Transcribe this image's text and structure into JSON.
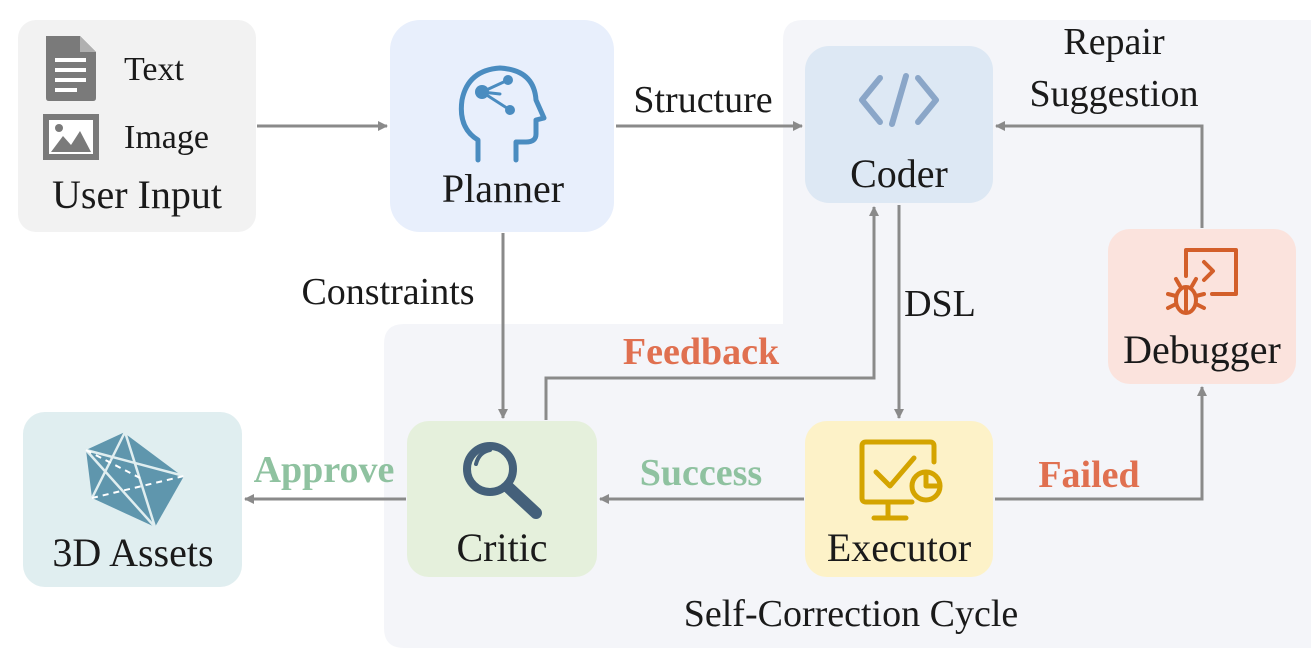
{
  "user_input": {
    "title": "User Input",
    "text_label": "Text",
    "image_label": "Image"
  },
  "nodes": {
    "planner": "Planner",
    "coder": "Coder",
    "debugger": "Debugger",
    "critic": "Critic",
    "executor": "Executor",
    "assets": "3D Assets"
  },
  "edges": {
    "structure": "Structure",
    "constraints": "Constraints",
    "dsl": "DSL",
    "feedback": "Feedback",
    "success": "Success",
    "failed": "Failed",
    "approve": "Approve",
    "repair_line1": "Repair",
    "repair_line2": "Suggestion"
  },
  "cycle_label": "Self-Correction Cycle",
  "colors": {
    "feedback": "#e07050",
    "failed": "#e07050",
    "success": "#8fc2a0",
    "approve": "#8fc2a0",
    "arrow": "#8a8a8a",
    "cycle_bg": "#f4f5f9",
    "user_input_bg": "#f2f2f2",
    "planner_bg": "#e8effc",
    "coder_bg": "#dde8f4",
    "debugger_bg": "#fbe3dd",
    "critic_bg": "#e5f0dc",
    "executor_bg": "#fdf2c8",
    "assets_bg": "#e0eef0"
  },
  "icons": {
    "text": "document-icon",
    "image": "image-icon",
    "planner": "brain-head-icon",
    "coder": "code-brackets-icon",
    "debugger": "bug-terminal-icon",
    "critic": "magnifier-icon",
    "executor": "monitor-check-icon",
    "assets": "polyhedron-icon"
  }
}
